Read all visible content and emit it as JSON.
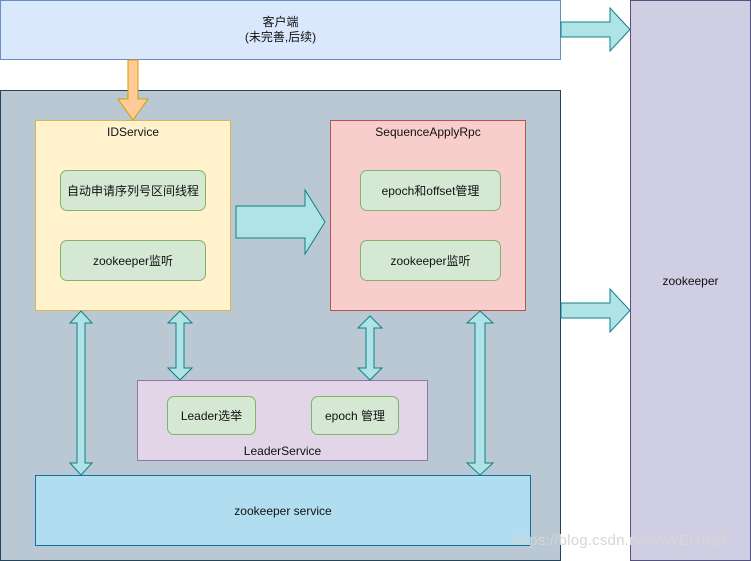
{
  "client": {
    "line1": "客户端",
    "line2": "(未完善,后续)"
  },
  "zookeeper": {
    "label": "zookeeper"
  },
  "id_service": {
    "title": "IDService",
    "items": [
      "自动申请序列号区间线程",
      "zookeeper监听"
    ]
  },
  "sequence_apply_rpc": {
    "title": "SequenceApplyRpc",
    "items": [
      "epoch和offset管理",
      "zookeeper监听"
    ]
  },
  "leader_service": {
    "title": "LeaderService",
    "items": [
      "Leader选举",
      "epoch 管理"
    ]
  },
  "zookeeper_service": {
    "label": "zookeeper service"
  },
  "watermark": "https://blog.csdn.net/AWEI1024",
  "colors": {
    "client_fill": "#dae8fc",
    "zookeeper_fill": "#d0cee2",
    "container_fill": "#bac8d3",
    "idservice_fill": "#fff2cc",
    "rpc_fill": "#f8cecc",
    "leader_fill": "#e1d5e7",
    "zk_service_fill": "#b1ddf0",
    "inner_fill": "#d5e8d4",
    "arrow_teal": "#b0e3e6",
    "arrow_orange": "#ffcc99"
  }
}
